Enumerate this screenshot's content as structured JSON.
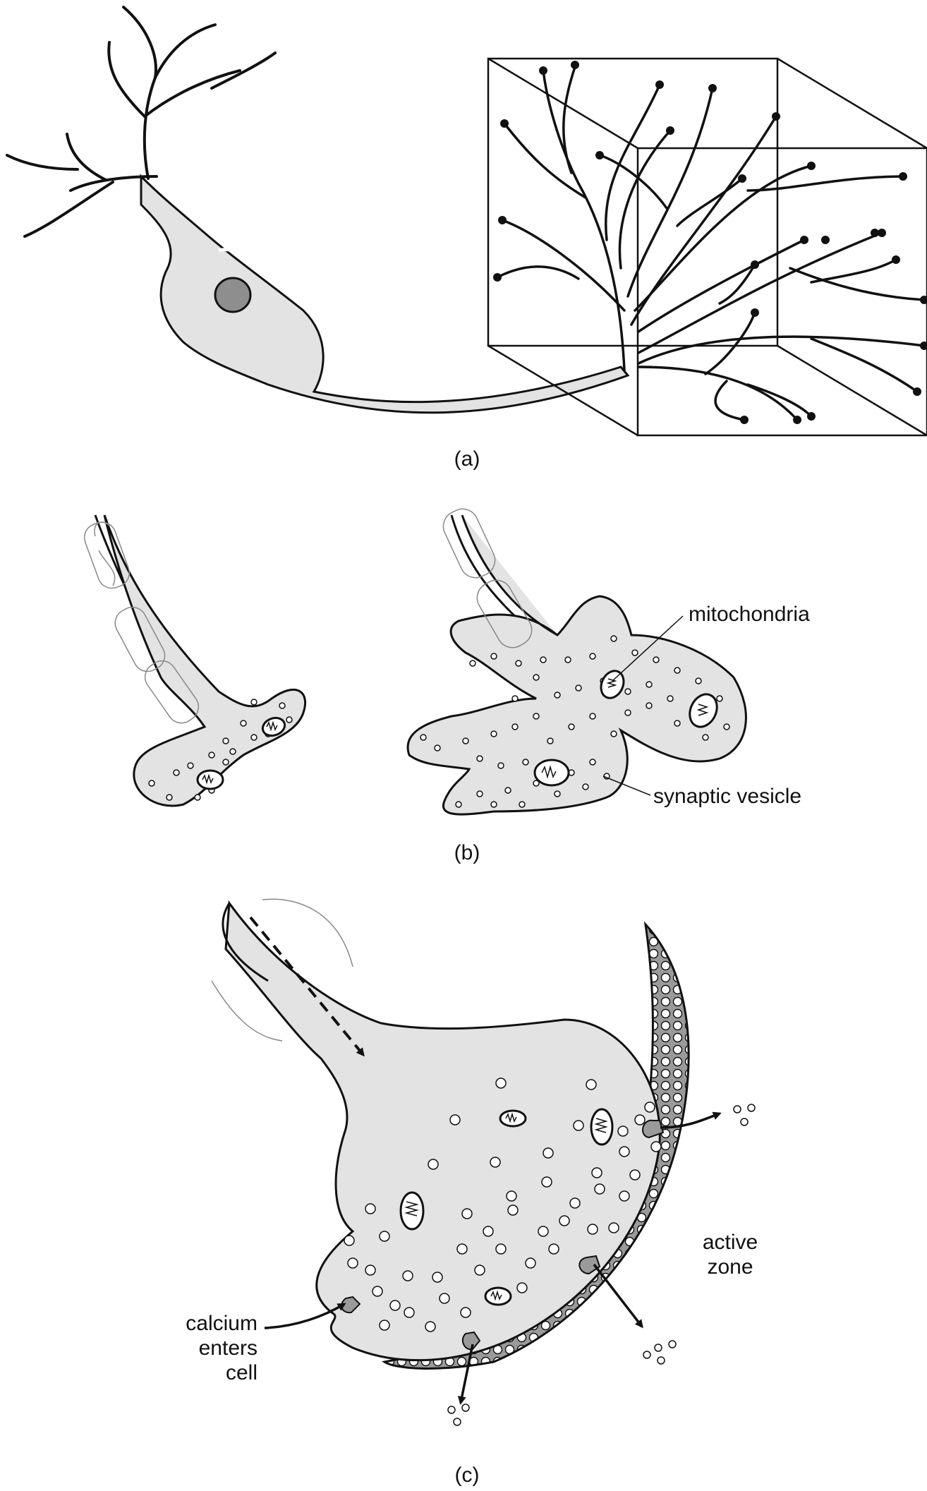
{
  "panels": {
    "a": {
      "label": "(a)"
    },
    "b": {
      "label": "(b)"
    },
    "c": {
      "label": "(c)"
    }
  },
  "callouts": {
    "mitochondria": "mitochondria",
    "synaptic_vesicle": "synaptic vesicle",
    "active_zone_line1": "active",
    "active_zone_line2": "zone",
    "calcium_line1": "calcium",
    "calcium_line2": "enters",
    "calcium_line3": "cell"
  },
  "colors": {
    "cell_fill": "#e3e3e3",
    "nucleus_fill": "#8e8e8e",
    "active_zone_fill": "#9a9a9a",
    "outline": "#111111"
  }
}
